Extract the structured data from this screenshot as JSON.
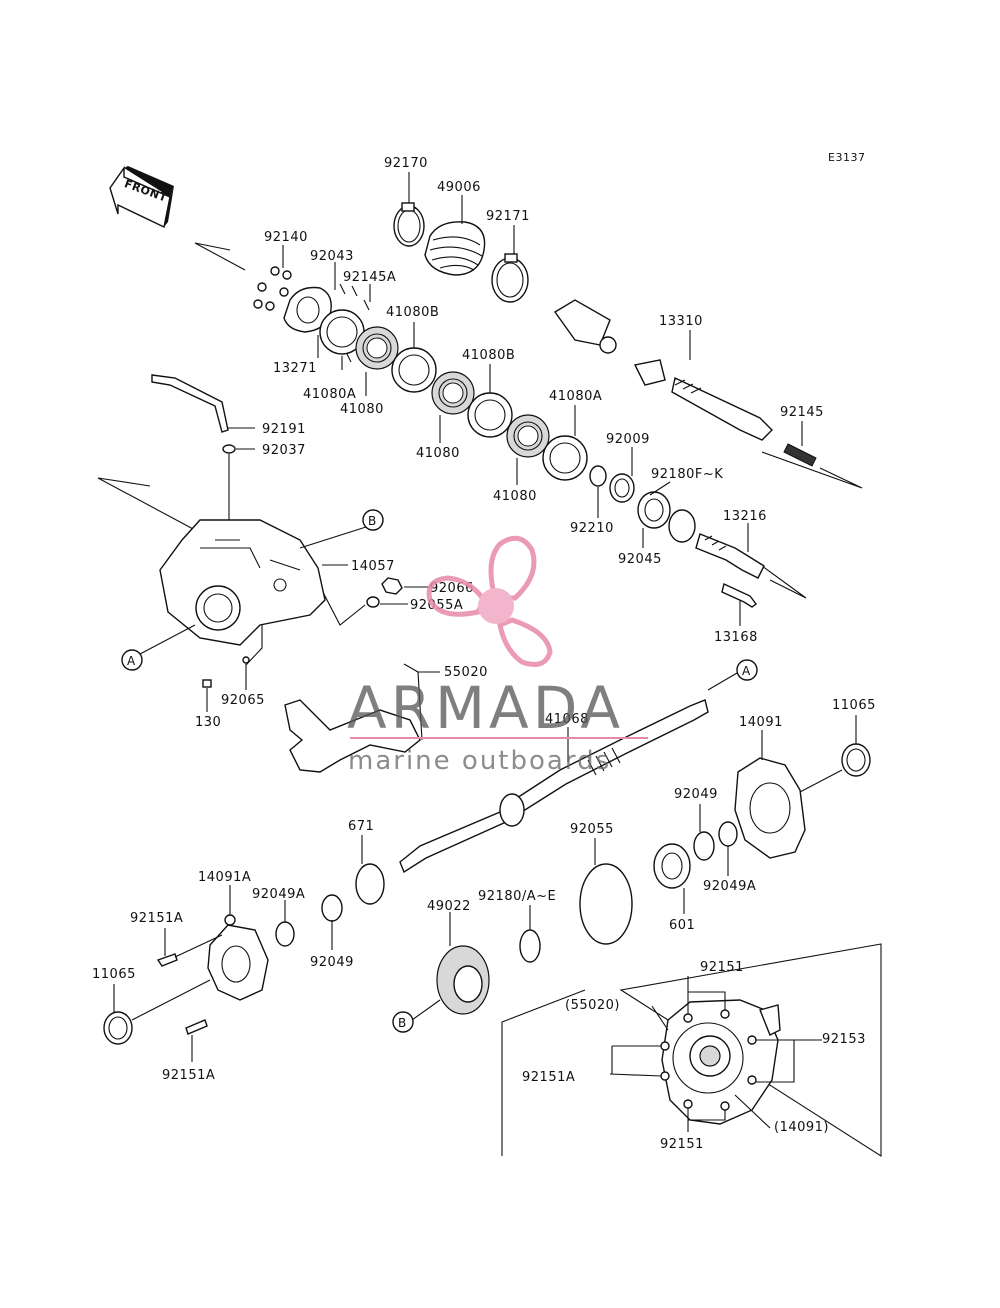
{
  "diagram_code": "E3137",
  "front_label": "FRONT",
  "watermark": {
    "brand": "ARMADA",
    "tagline": "marine outboards",
    "accent_color": "#e889a8"
  },
  "ref_letters": {
    "a": "A",
    "b": "B"
  },
  "parts": {
    "p92170": "92170",
    "p49006": "49006",
    "p92171": "92171",
    "p92140": "92140",
    "p92043": "92043",
    "p92145A": "92145A",
    "p41080B_1": "41080B",
    "p41080B_2": "41080B",
    "p13271": "13271",
    "p41080A_1": "41080A",
    "p41080_1": "41080",
    "p13310": "13310",
    "p41080A_2": "41080A",
    "p92191": "92191",
    "p92037": "92037",
    "p41080_2": "41080",
    "p92009": "92009",
    "p92145": "92145",
    "p92180FK": "92180F~K",
    "p41080_3": "41080",
    "p92210": "92210",
    "p13216": "13216",
    "p14057": "14057",
    "p92045": "92045",
    "p92066": "92066",
    "p92055A": "92055A",
    "p13168": "13168",
    "p55020": "55020",
    "p92065": "92065",
    "p130": "130",
    "p41068": "41068",
    "p14091": "14091",
    "p11065_r": "11065",
    "p671": "671",
    "p92055": "92055",
    "p92049_r": "92049",
    "p92049A_r": "92049A",
    "p601": "601",
    "p14091A": "14091A",
    "p92049A_l": "92049A",
    "p92180AE": "92180/A~E",
    "p49022": "49022",
    "p92151A_top": "92151A",
    "p92049_l": "92049",
    "p11065_l": "11065",
    "p92151A_bot": "92151A",
    "inset_92151_top": "92151",
    "inset_55020": "(55020)",
    "inset_92153": "92153",
    "inset_92151A": "92151A",
    "inset_14091": "(14091)",
    "inset_92151_bot": "92151"
  }
}
